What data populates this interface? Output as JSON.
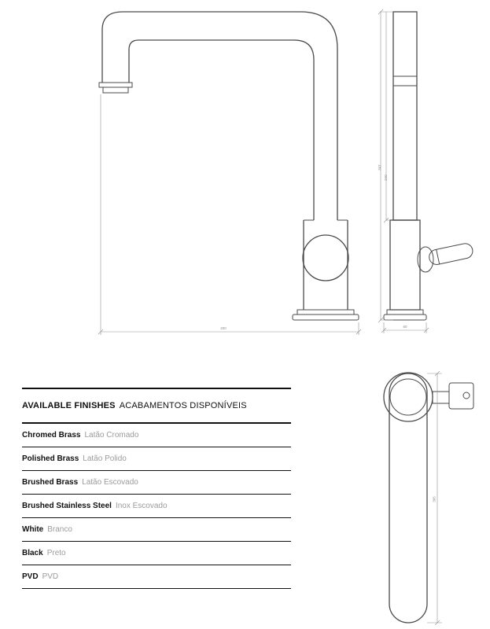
{
  "colors": {
    "rule_line": "#101010",
    "drawing_stroke": "#4a4a4a",
    "muted_text": "#9b9b9b"
  },
  "finishes_table": {
    "header": {
      "en": "AVAILABLE FINISHES",
      "pt": "ACABAMENTOS DISPONÍVEIS"
    },
    "rows": [
      {
        "en": "Chromed Brass",
        "pt": "Latão Cromado"
      },
      {
        "en": "Polished Brass",
        "pt": "Latão Polido"
      },
      {
        "en": "Brushed Brass",
        "pt": "Latão Escovado"
      },
      {
        "en": "Brushed Stainless Steel",
        "pt": "Inox Escovado"
      },
      {
        "en": "White",
        "pt": "Branco"
      },
      {
        "en": "Black",
        "pt": "Preto"
      },
      {
        "en": "PVD",
        "pt": "PVD"
      }
    ]
  },
  "drawings": {
    "front_view": {
      "label": "faucet front elevation",
      "dim_width": "200"
    },
    "side_view": {
      "label": "faucet side elevation",
      "dim_height_total": "347",
      "dim_height_spout": "240",
      "dim_base": "60"
    },
    "top_view": {
      "label": "faucet plan view",
      "dim_depth": "305"
    }
  }
}
